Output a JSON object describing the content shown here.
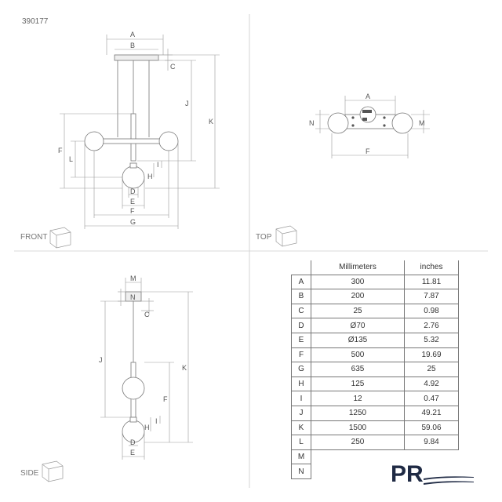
{
  "product_code": "390177",
  "views": {
    "front": "FRONT",
    "top": "TOP",
    "side": "SIDE"
  },
  "dimension_letters": {
    "front": [
      "A",
      "B",
      "C",
      "J",
      "K",
      "F",
      "L",
      "H",
      "I",
      "D",
      "E",
      "F",
      "G"
    ],
    "top": [
      "A",
      "N",
      "M",
      "F"
    ],
    "side": [
      "M",
      "N",
      "C",
      "J",
      "K",
      "F",
      "H",
      "I",
      "D",
      "E"
    ]
  },
  "table": {
    "headers": [
      "",
      "Millimeters",
      "inches"
    ],
    "rows": [
      {
        "label": "A",
        "mm": "300",
        "in": "11.81"
      },
      {
        "label": "B",
        "mm": "200",
        "in": "7.87"
      },
      {
        "label": "C",
        "mm": "25",
        "in": "0.98"
      },
      {
        "label": "D",
        "mm": "Ø70",
        "in": "2.76"
      },
      {
        "label": "E",
        "mm": "Ø135",
        "in": "5.32"
      },
      {
        "label": "F",
        "mm": "500",
        "in": "19.69"
      },
      {
        "label": "G",
        "mm": "635",
        "in": "25"
      },
      {
        "label": "H",
        "mm": "125",
        "in": "4.92"
      },
      {
        "label": "I",
        "mm": "12",
        "in": "0.47"
      },
      {
        "label": "J",
        "mm": "1250",
        "in": "49.21"
      },
      {
        "label": "K",
        "mm": "1500",
        "in": "59.06"
      },
      {
        "label": "L",
        "mm": "250",
        "in": "9.84"
      },
      {
        "label": "M",
        "mm": "",
        "in": ""
      },
      {
        "label": "N",
        "mm": "",
        "in": ""
      }
    ]
  },
  "logo": {
    "text": "PR",
    "color": "#1f2a44"
  }
}
